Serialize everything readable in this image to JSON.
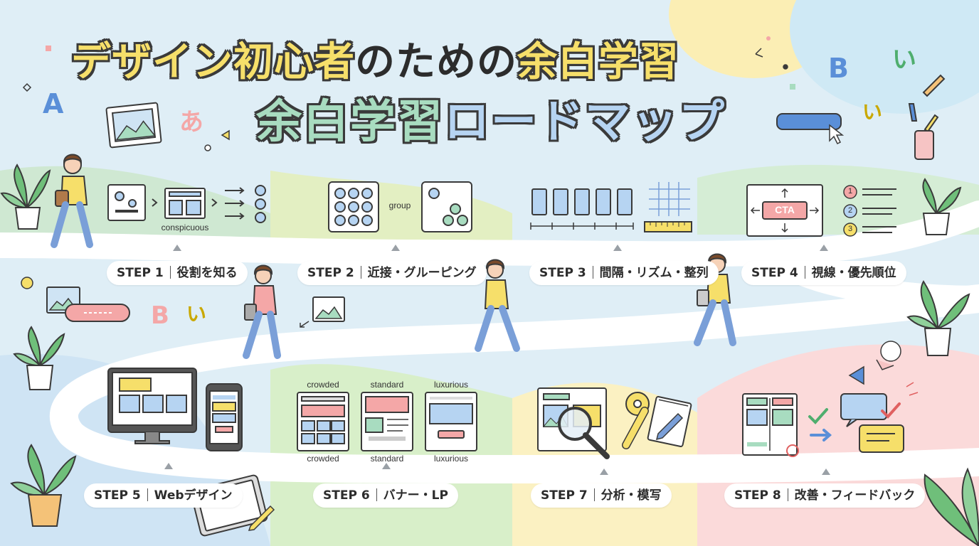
{
  "title": {
    "line1_parts": [
      "デザイン初心者",
      "のための",
      "余白学習"
    ],
    "line2_parts": [
      "余白学習",
      "ロードマップ"
    ]
  },
  "steps": [
    {
      "num": "STEP 1",
      "label": "役割を知る"
    },
    {
      "num": "STEP 2",
      "label": "近接・グルーピング"
    },
    {
      "num": "STEP 3",
      "label": "間隔・リズム・整列"
    },
    {
      "num": "STEP 4",
      "label": "視線・優先順位"
    },
    {
      "num": "STEP 5",
      "label": "Webデザイン"
    },
    {
      "num": "STEP 6",
      "label": "バナー・LP"
    },
    {
      "num": "STEP 7",
      "label": "分析・模写"
    },
    {
      "num": "STEP 8",
      "label": "改善・フィードバック"
    }
  ],
  "illustration_text": {
    "conspicuous": "conspicuous",
    "group": "group",
    "cta": "CTA",
    "list_numbers": [
      "1",
      "2",
      "3"
    ],
    "step6_top": [
      "crowded",
      "standard",
      "luxurious"
    ],
    "step6_bottom": [
      "crowded",
      "standard",
      "luxurious"
    ]
  },
  "decorative_letters": {
    "a_top": "A",
    "a_hira": "あ",
    "b_top": "B",
    "i_top1": "い",
    "i_top2": "い",
    "b_mid": "B",
    "i_mid": "い"
  },
  "colors": {
    "yellow": "#f6df6a",
    "mint": "#a8dcc0",
    "blue": "#b6d4f2",
    "pink": "#f4a7a7",
    "road": "#ffffff",
    "ink": "#3a3a3a"
  }
}
